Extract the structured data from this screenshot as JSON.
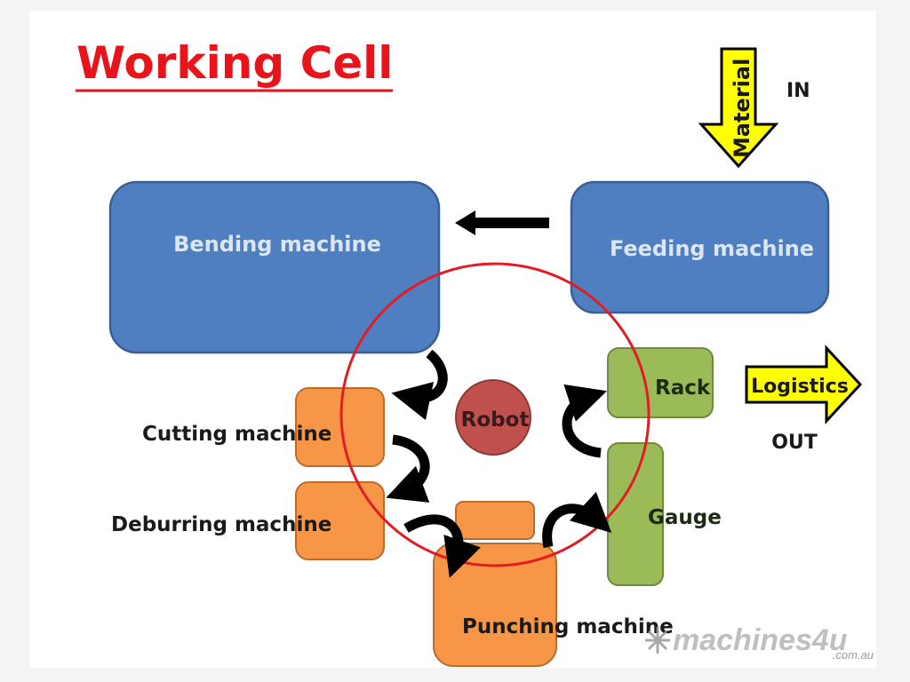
{
  "title": "Working Cell",
  "colors": {
    "title": "#e8131b",
    "blue_fill": "#4f7fc1",
    "blue_stroke": "#3a5f92",
    "blue_text": "#dce6f2",
    "orange_fill": "#f79646",
    "orange_stroke": "#b66d2f",
    "green_fill": "#9bbb59",
    "green_stroke": "#6e8a3e",
    "robot_fill": "#c0504d",
    "circle_stroke": "#e31b23",
    "yellow": "#ffff00"
  },
  "input": {
    "arrow_label": "Material",
    "label": "IN"
  },
  "output": {
    "arrow_label": "Logistics",
    "label": "OUT"
  },
  "machines": {
    "bending": "Bending machine",
    "feeding": "Feeding machine",
    "cutting": "Cutting machine",
    "deburring": "Deburring machine",
    "punching": "Punching machine",
    "rack": "Rack",
    "gauge": "Gauge",
    "robot": "Robot"
  },
  "watermark": {
    "brand": "machines4u",
    "domain": ".com.au",
    "brand_icon": "star-arrow-icon"
  }
}
